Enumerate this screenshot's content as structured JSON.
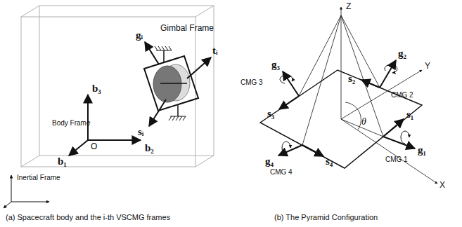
{
  "diagram": {
    "labels": [
      "Gimbal Frame",
      "gᵢ",
      "tᵢ",
      "sᵢ",
      "b₃",
      "Body Frame",
      "O",
      "b₁",
      "b₂",
      "Inertial Frame",
      "(a) Spacecraft body and the i-th VSCMG frames",
      "Z",
      "g₃",
      "CMG 3",
      "g₂",
      "s₂",
      "Y",
      "CMG 2",
      "s₃",
      "θ",
      "s₁",
      "g₁",
      "g₄",
      "s₄",
      "CMG 4",
      "CMG 1",
      "X",
      "(b) The Pyramid Configuration"
    ]
  }
}
